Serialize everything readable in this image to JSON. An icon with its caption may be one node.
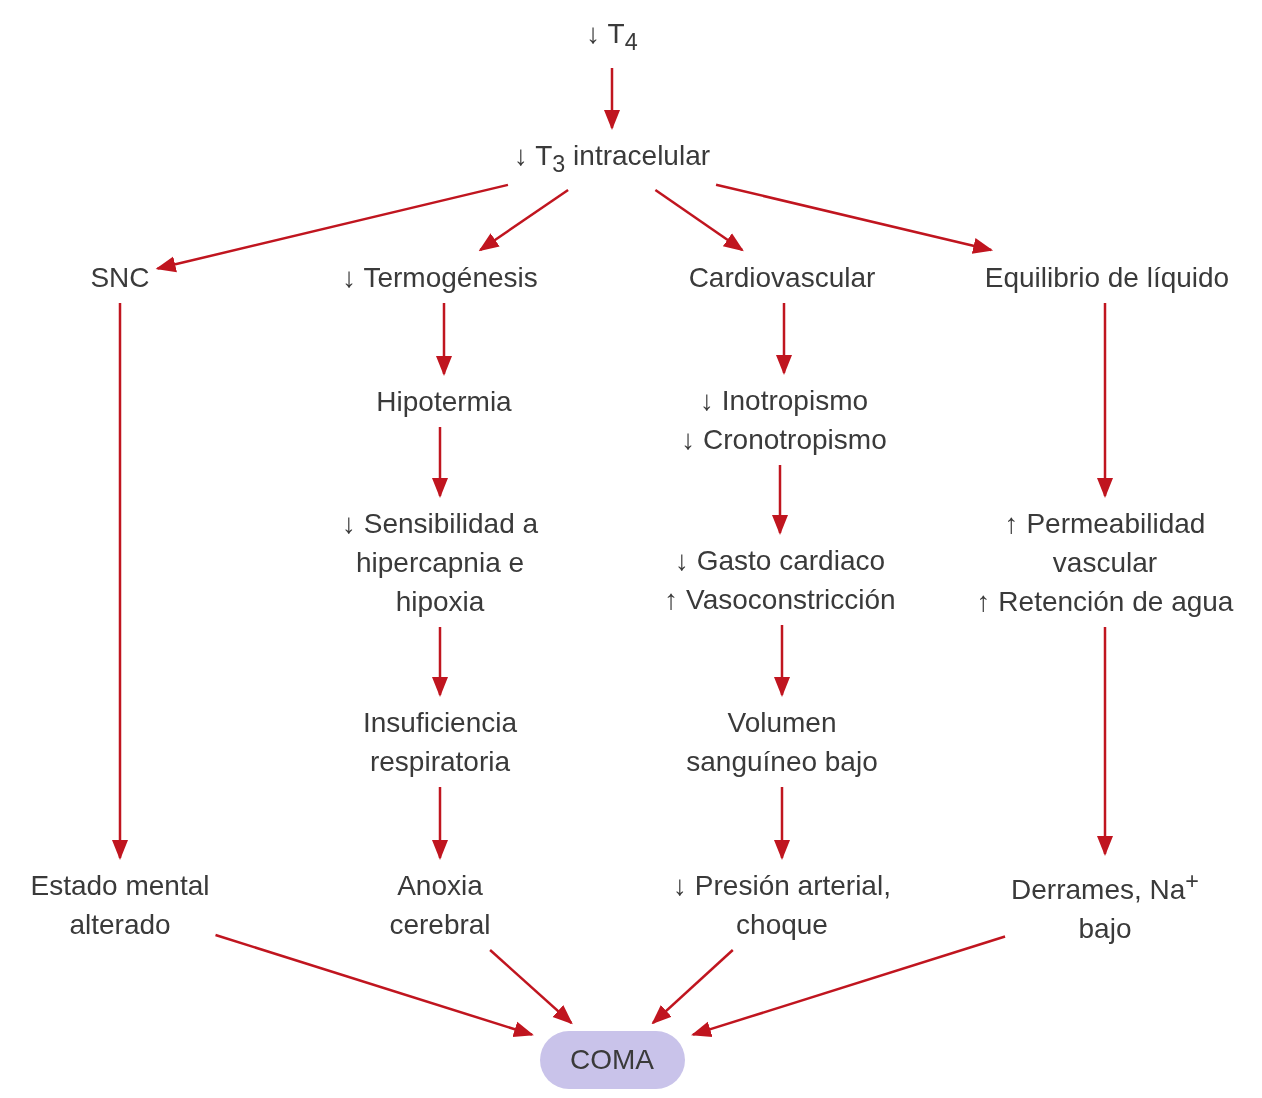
{
  "diagram": {
    "nodes": [
      {
        "text": [
          "↓ T$_{4}$"
        ]
      },
      {
        "text": [
          "↓ T$_{3}$ intracelular"
        ]
      },
      {
        "text": [
          "SNC"
        ]
      },
      {
        "text": [
          "↓ Termogénesis"
        ]
      },
      {
        "text": [
          "Cardiovascular"
        ]
      },
      {
        "text": [
          "Equilibrio de líquido"
        ]
      },
      {
        "text": [
          "Hipotermia"
        ]
      },
      {
        "text": [
          "↓ Inotropismo",
          "↓ Cronotropismo"
        ]
      },
      {
        "text": [
          "↓ Sensibilidad a hipercapnia e hipoxia"
        ]
      },
      {
        "text": [
          "↓ Gasto cardiaco",
          "↑ Vasoconstricción"
        ]
      },
      {
        "text": [
          "↑ Permeabilidad vascular",
          "↑ Retención de agua"
        ]
      },
      {
        "text": [
          "Insuficiencia respiratoria"
        ]
      },
      {
        "text": [
          "Volumen sanguíneo bajo"
        ]
      },
      {
        "text": [
          "Estado mental alterado"
        ]
      },
      {
        "text": [
          "Anoxia cerebral"
        ]
      },
      {
        "text": [
          "↓ Presión arterial, choque"
        ]
      },
      {
        "text": [
          "Derrames, Na$^{+}$ bajo"
        ]
      },
      {
        "text": [
          "COMA"
        ]
      }
    ],
    "edges": [
      {
        "from": 0,
        "to": 1,
        "arrow": "to"
      },
      {
        "from": 1,
        "to": 2,
        "arrow": "to"
      },
      {
        "from": 1,
        "to": 3,
        "arrow": "to"
      },
      {
        "from": 1,
        "to": 4,
        "arrow": "to"
      },
      {
        "from": 1,
        "to": 5,
        "arrow": "to"
      },
      {
        "from": 2,
        "to": 13,
        "arrow": "to"
      },
      {
        "from": 3,
        "to": 6,
        "arrow": "to"
      },
      {
        "from": 6,
        "to": 8,
        "arrow": "to"
      },
      {
        "from": 8,
        "to": 11,
        "arrow": "to"
      },
      {
        "from": 11,
        "to": 14,
        "arrow": "to"
      },
      {
        "from": 4,
        "to": 7,
        "arrow": "to"
      },
      {
        "from": 7,
        "to": 9,
        "arrow": "to"
      },
      {
        "from": 9,
        "to": 12,
        "arrow": "to"
      },
      {
        "from": 12,
        "to": 15,
        "arrow": "to"
      },
      {
        "from": 5,
        "to": 10,
        "arrow": "to"
      },
      {
        "from": 10,
        "to": 16,
        "arrow": "to"
      },
      {
        "from": 13,
        "to": 17,
        "arrow": "to"
      },
      {
        "from": 14,
        "to": 17,
        "arrow": "to"
      },
      {
        "from": 15,
        "to": 17,
        "arrow": "to"
      },
      {
        "from": 16,
        "to": 17,
        "arrow": "to"
      }
    ]
  }
}
